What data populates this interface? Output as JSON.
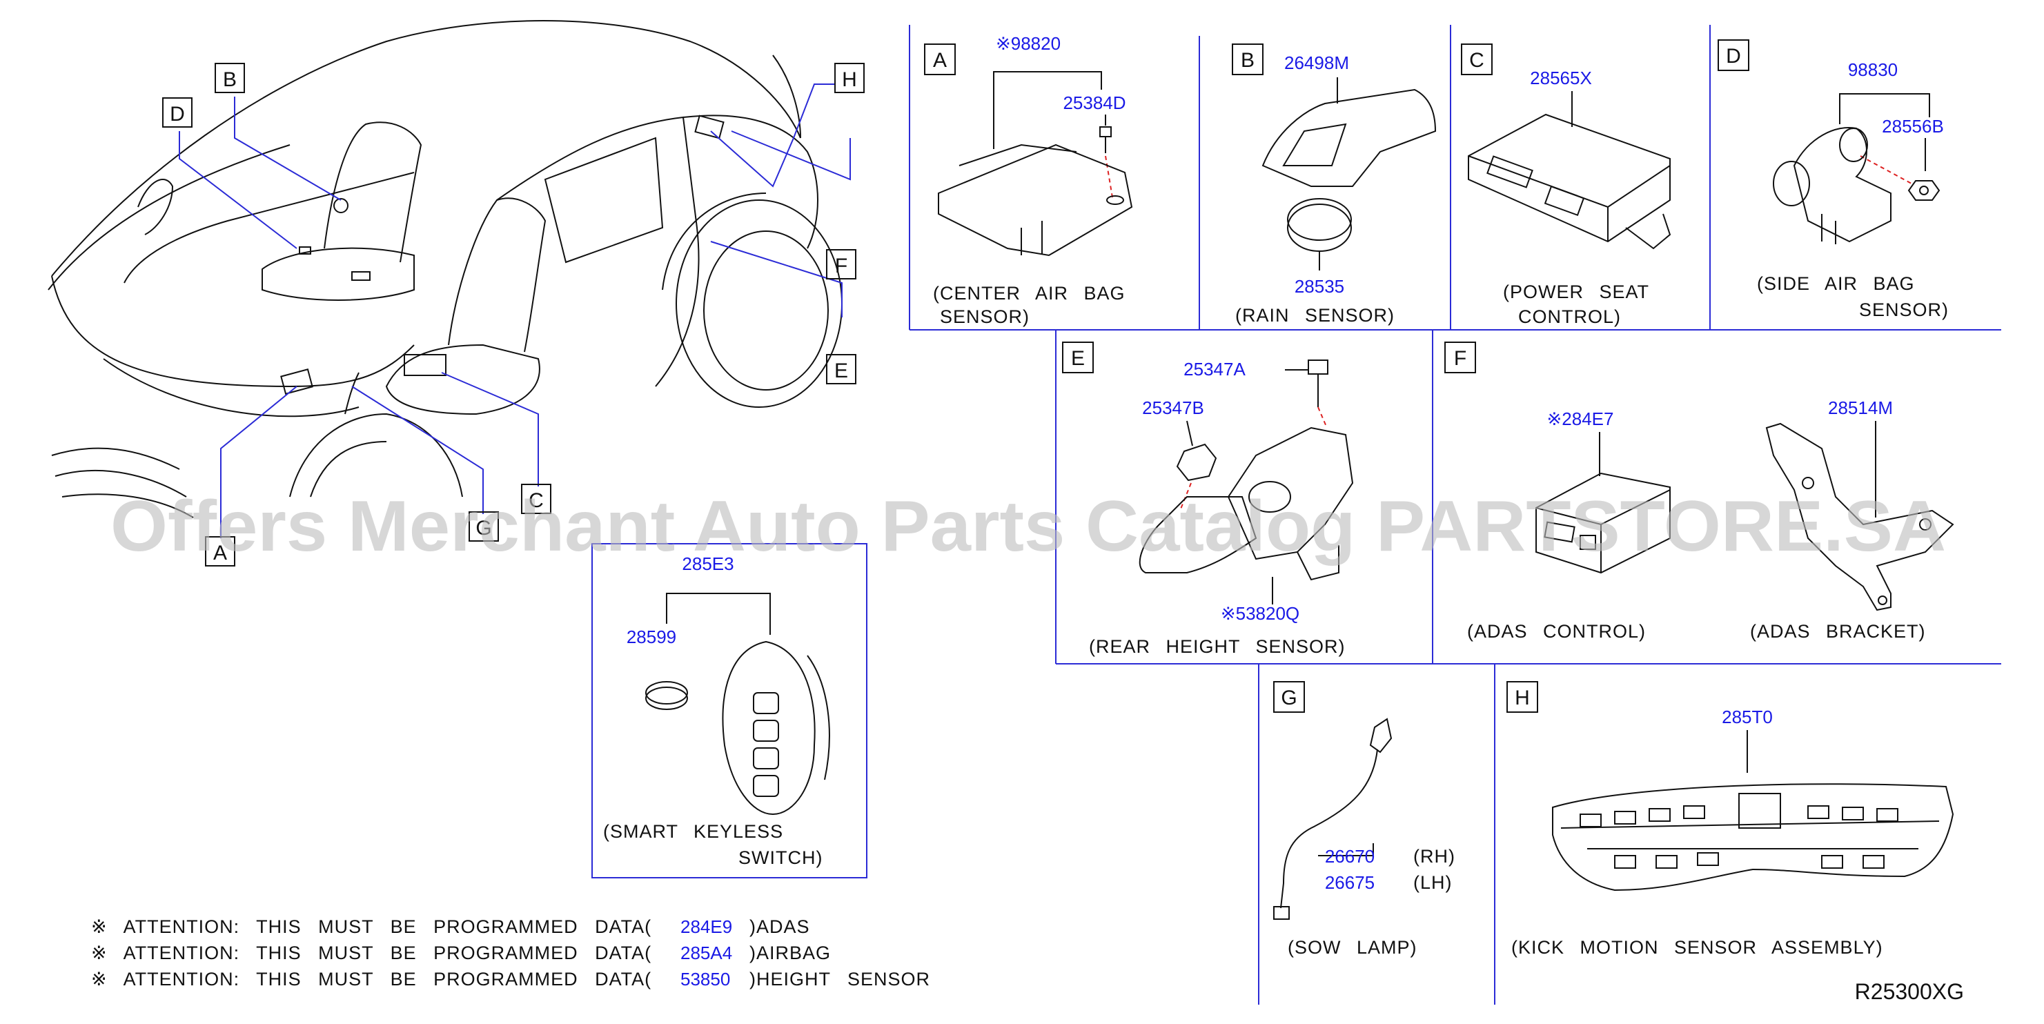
{
  "watermark": "Offers Merchant Auto Parts Catalog PARTSTORE.SA",
  "drawing_number": "R25300XG",
  "overview_callouts": [
    "A",
    "B",
    "D",
    "E",
    "F",
    "G",
    "H",
    "C"
  ],
  "panels": {
    "A": {
      "letter": "A",
      "parts": [
        "※98820",
        "25384D"
      ],
      "caption": [
        "(CENTER AIR BAG",
        "SENSOR)"
      ]
    },
    "B": {
      "letter": "B",
      "parts": [
        "26498M",
        "28535"
      ],
      "caption": [
        "(RAIN SENSOR)"
      ]
    },
    "C": {
      "letter": "C",
      "parts": [
        "28565X"
      ],
      "caption": [
        "(POWER SEAT",
        "CONTROL)"
      ]
    },
    "D": {
      "letter": "D",
      "parts": [
        "98830",
        "28556B"
      ],
      "caption": [
        "(SIDE AIR BAG",
        "SENSOR)"
      ]
    },
    "E": {
      "letter": "E",
      "parts": [
        "25347A",
        "25347B",
        "※53820Q"
      ],
      "caption": [
        "(REAR HEIGHT SENSOR)"
      ]
    },
    "F": {
      "letter": "F",
      "parts": [
        "※284E7",
        "28514M"
      ],
      "caption": [
        "(ADAS CONTROL)",
        "(ADAS BRACKET)"
      ]
    },
    "G": {
      "letter": "G",
      "parts": [
        "26670",
        "26675"
      ],
      "sides": [
        "(RH)",
        "(LH)"
      ],
      "caption": [
        "(SOW LAMP)"
      ]
    },
    "H": {
      "letter": "H",
      "parts": [
        "285T0"
      ],
      "caption": [
        "(KICK MOTION SENSOR ASSEMBLY)"
      ]
    },
    "keyless": {
      "parts": [
        "285E3",
        "28599"
      ],
      "caption": [
        "(SMART KEYLESS",
        "SWITCH)"
      ]
    }
  },
  "attention": [
    {
      "prefix": "※ ATTENTION: THIS MUST BE PROGRAMMED DATA(",
      "code": "284E9",
      "suffix": ")ADAS"
    },
    {
      "prefix": "※ ATTENTION: THIS MUST BE PROGRAMMED DATA(",
      "code": "285A4",
      "suffix": ")AIRBAG"
    },
    {
      "prefix": "※ ATTENTION: THIS MUST BE PROGRAMMED DATA(",
      "code": "53850",
      "suffix": ")HEIGHT SENSOR"
    }
  ],
  "colors": {
    "part_number": "#1a1ae6",
    "line": "#111111",
    "leader_blue": "#2b2bd6"
  }
}
